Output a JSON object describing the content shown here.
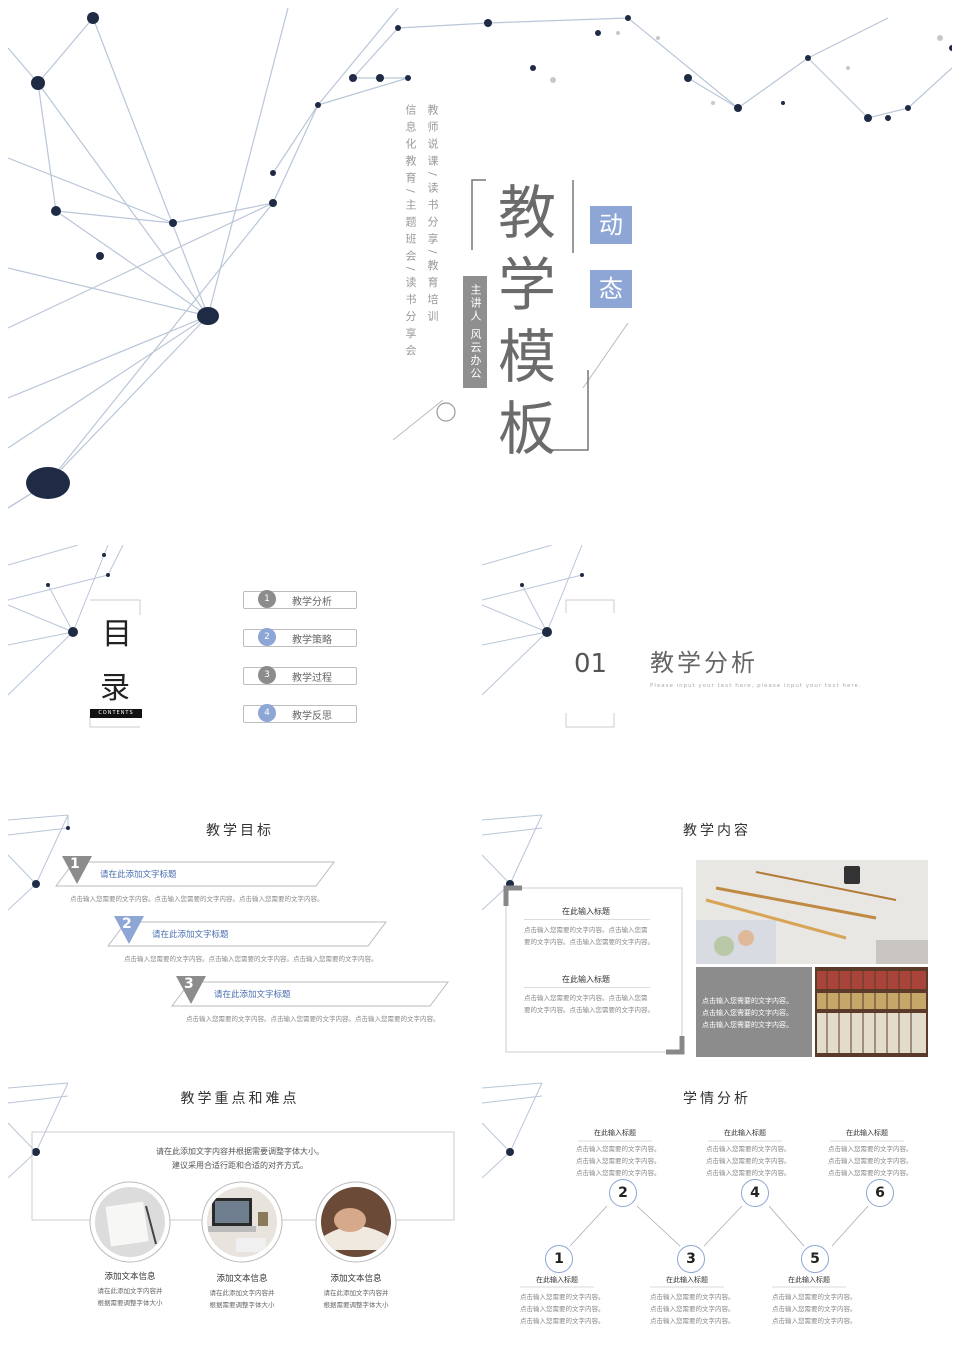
{
  "cover": {
    "title_chars": [
      "教",
      "学",
      "模",
      "板"
    ],
    "tag_chars": [
      "动",
      "态"
    ],
    "col1": "信息化教育/主题班会/读书分享会",
    "col2": "教师说课/读书分享/教育培训",
    "speaker": "主讲人 风云办公"
  },
  "toc": {
    "title_1": "目",
    "title_2": "录",
    "contents_label": "CONTENTS",
    "items": [
      {
        "num": "1",
        "label": "教学分析"
      },
      {
        "num": "2",
        "label": "教学策略"
      },
      {
        "num": "3",
        "label": "教学过程"
      },
      {
        "num": "4",
        "label": "教学反思"
      }
    ]
  },
  "section": {
    "number": "01",
    "title": "教学分析",
    "subtitle": "Please input your text here, please input your text here."
  },
  "goals": {
    "title": "教学目标",
    "items": [
      {
        "num": "1",
        "heading": "请在此添加文字标题",
        "text": "点击输入您需要的文字内容。点击输入您需要的文字内容。点击输入您需要的文字内容。"
      },
      {
        "num": "2",
        "heading": "请在此添加文字标题",
        "text": "点击输入您需要的文字内容。点击输入您需要的文字内容。点击输入您需要的文字内容。"
      },
      {
        "num": "3",
        "heading": "请在此添加文字标题",
        "text": "点击输入您需要的文字内容。点击输入您需要的文字内容。点击输入您需要的文字内容。"
      }
    ]
  },
  "content": {
    "title": "教学内容",
    "blocks": [
      {
        "heading": "在此输入标题",
        "line1": "点击输入您需要的文字内容。点击输入您需",
        "line2": "要的文字内容。点击输入您需要的文字内容。"
      },
      {
        "heading": "在此输入标题",
        "line1": "点击输入您需要的文字内容。点击输入您需",
        "line2": "要的文字内容。点击输入您需要的文字内容。"
      }
    ],
    "gray_box": [
      "点击输入您需要的文字内容。",
      "点击输入您需要的文字内容。",
      "点击输入您需要的文字内容。"
    ]
  },
  "keypoints": {
    "title": "教学重点和难点",
    "intro_1": "请在此添加文字内容并根据需要调整字体大小。",
    "intro_2": "建议采用合适行距和合适的对齐方式。",
    "items": [
      {
        "heading": "添加文本信息",
        "line1": "请在此添加文字内容并",
        "line2": "根据需要调整字体大小"
      },
      {
        "heading": "添加文本信息",
        "line1": "请在此添加文字内容并",
        "line2": "根据需要调整字体大小"
      },
      {
        "heading": "添加文本信息",
        "line1": "请在此添加文字内容并",
        "line2": "根据需要调整字体大小"
      }
    ]
  },
  "analysis": {
    "title": "学情分析",
    "steps": [
      {
        "num": "1",
        "heading": "在此输入标题",
        "lines": [
          "点击输入您需要的文字内容。",
          "点击输入您需要的文字内容。",
          "点击输入您需要的文字内容。"
        ]
      },
      {
        "num": "2",
        "heading": "在此输入标题",
        "lines": [
          "点击输入您需要的文字内容。",
          "点击输入您需要的文字内容。",
          "点击输入您需要的文字内容。"
        ]
      },
      {
        "num": "3",
        "heading": "在此输入标题",
        "lines": [
          "点击输入您需要的文字内容。",
          "点击输入您需要的文字内容。",
          "点击输入您需要的文字内容。"
        ]
      },
      {
        "num": "4",
        "heading": "在此输入标题",
        "lines": [
          "点击输入您需要的文字内容。",
          "点击输入您需要的文字内容。",
          "点击输入您需要的文字内容。"
        ]
      },
      {
        "num": "5",
        "heading": "在此输入标题",
        "lines": [
          "点击输入您需要的文字内容。",
          "点击输入您需要的文字内容。",
          "点击输入您需要的文字内容。"
        ]
      },
      {
        "num": "6",
        "heading": "在此输入标题",
        "lines": [
          "点击输入您需要的文字内容。",
          "点击输入您需要的文字内容。",
          "点击输入您需要的文字内容。"
        ]
      }
    ]
  },
  "colors": {
    "accent": "#8ea6d6",
    "gray": "#8c8c8c",
    "dark_node": "#1f2b45"
  }
}
